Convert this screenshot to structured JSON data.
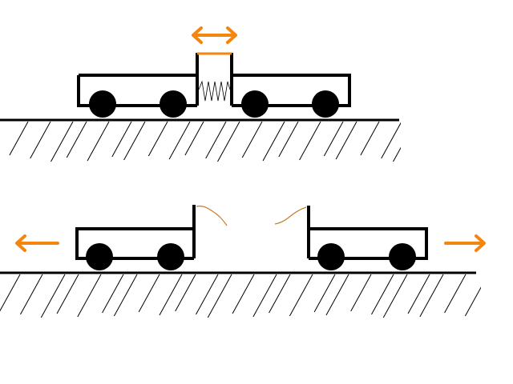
{
  "diagram": {
    "panels": [
      {
        "name": "before-separation",
        "carts": 2,
        "spring": "compressed",
        "thread": "intact"
      },
      {
        "name": "after-separation",
        "carts": 2,
        "spring": "released",
        "thread": "burnt"
      }
    ],
    "colors": {
      "cart": "#000000",
      "wheel": "#000000",
      "ground": "#000000",
      "hatch": "#000000",
      "arrow": "#f4850f",
      "thread": "#f4850f",
      "burnt_thread": "#c87a2a",
      "background": "#ffffff"
    },
    "icons": {
      "double_arrow": "double-headed-arrow-icon",
      "left_arrow": "left-arrow-icon",
      "right_arrow": "right-arrow-icon"
    }
  }
}
